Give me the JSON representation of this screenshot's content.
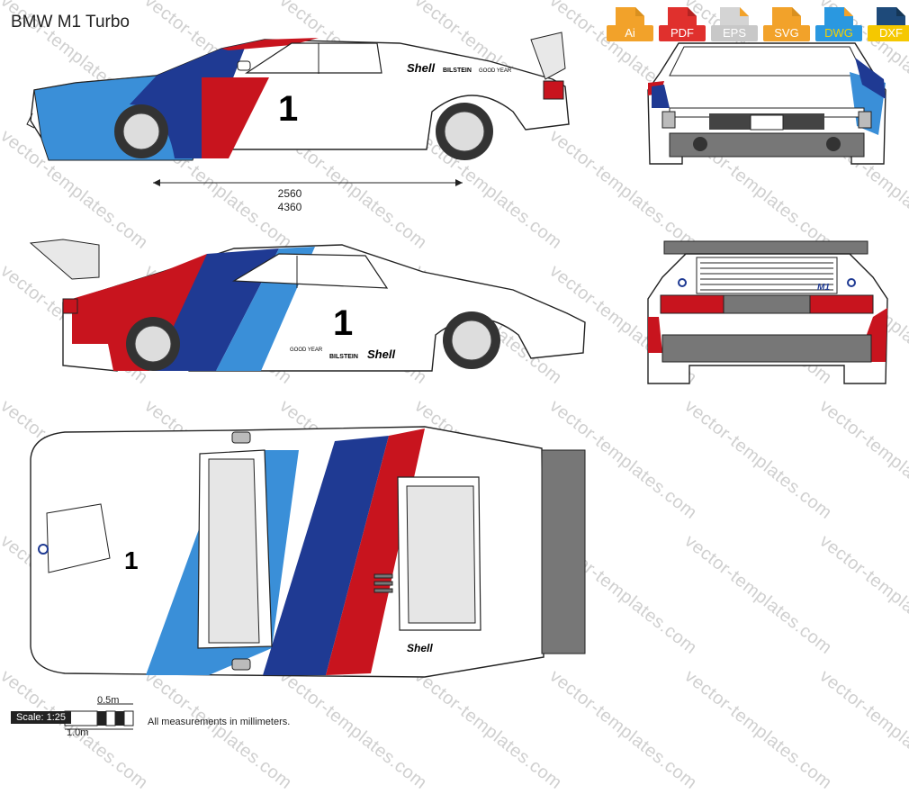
{
  "title": "BMW M1 Turbo",
  "formats": [
    {
      "label": "Ai",
      "color": "#f2a22a"
    },
    {
      "label": "PDF",
      "color": "#e0302d"
    },
    {
      "label": "EPS",
      "color": "#c8c8c8"
    },
    {
      "label": "SVG",
      "color": "#f2a22a"
    },
    {
      "label": "DWG",
      "color": "#2a98e0"
    },
    {
      "label": "DXF",
      "color": "#1e4a7a"
    }
  ],
  "dimensions": {
    "wheelbase": "2560",
    "length": "4360"
  },
  "scale": {
    "label": "Scale: 1:25",
    "half_meter": "0.5m",
    "meter": "1.0m"
  },
  "note": "All measurements in millimeters.",
  "watermark": "vector-templates.com",
  "livery": {
    "red": "#c8141e",
    "navy": "#1f3a93",
    "blue": "#3a8fd8",
    "white": "#ffffff"
  },
  "sponsors": {
    "shell": "Shell",
    "bilstein": "BILSTEIN",
    "goodyear": "GOOD YEAR"
  },
  "race_number": "1",
  "badge": "M1"
}
